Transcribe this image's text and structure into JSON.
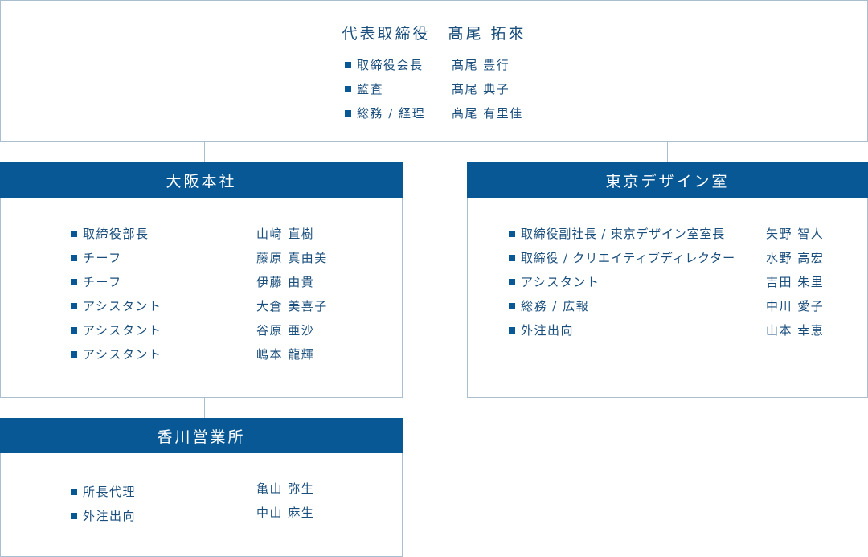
{
  "top": {
    "title_role": "代表取締役",
    "title_name": "髙尾 拓來",
    "members": [
      {
        "role": "取締役会長",
        "name": "髙尾 豊行"
      },
      {
        "role": "監査",
        "name": "髙尾 典子"
      },
      {
        "role": "総務 / 経理",
        "name": "髙尾 有里佳"
      }
    ]
  },
  "osaka": {
    "title": "大阪本社",
    "members": [
      {
        "role": "取締役部長",
        "name": "山﨑 直樹"
      },
      {
        "role": "チーフ",
        "name": "藤原 真由美"
      },
      {
        "role": "チーフ",
        "name": "伊藤 由貴"
      },
      {
        "role": "アシスタント",
        "name": "大倉 美喜子"
      },
      {
        "role": "アシスタント",
        "name": "谷原 亜沙"
      },
      {
        "role": "アシスタント",
        "name": "嶋本 龍輝"
      }
    ]
  },
  "tokyo": {
    "title": "東京デザイン室",
    "members": [
      {
        "role": "取締役副社長 / 東京デザイン室室長",
        "name": "矢野 智人"
      },
      {
        "role": "取締役 / クリエイティブディレクター",
        "name": "水野 高宏"
      },
      {
        "role": "アシスタント",
        "name": "吉田 朱里"
      },
      {
        "role": "総務 / 広報",
        "name": "中川 愛子"
      },
      {
        "role": "外注出向",
        "name": "山本 幸恵"
      }
    ]
  },
  "kagawa": {
    "title": "香川営業所",
    "members": [
      {
        "role": "所長代理",
        "name": "亀山 弥生"
      },
      {
        "role": "外注出向",
        "name": "中山 麻生"
      }
    ]
  }
}
